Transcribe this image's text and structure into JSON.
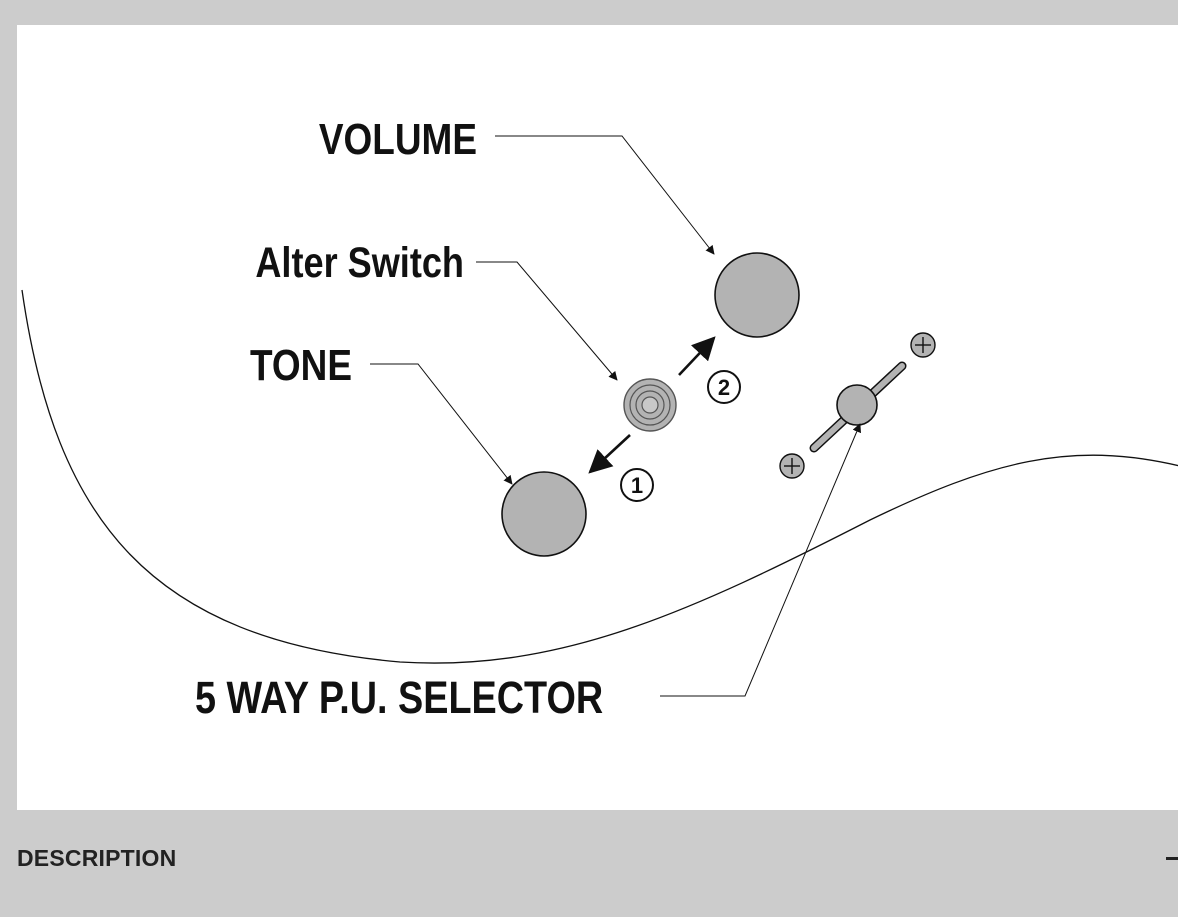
{
  "diagram": {
    "labels": {
      "volume": "VOLUME",
      "alter_switch": "Alter Switch",
      "tone": "TONE",
      "selector": "5 WAY P.U. SELECTOR"
    },
    "steps": {
      "one": "1",
      "two": "2"
    }
  },
  "accordion": {
    "description_label": "DESCRIPTION"
  },
  "colors": {
    "page_background": "#cccccc",
    "panel_background": "#ffffff",
    "knob_fill": "#b3b3b3",
    "line": "#111111"
  },
  "icons": {
    "toggle": "minus-icon"
  }
}
